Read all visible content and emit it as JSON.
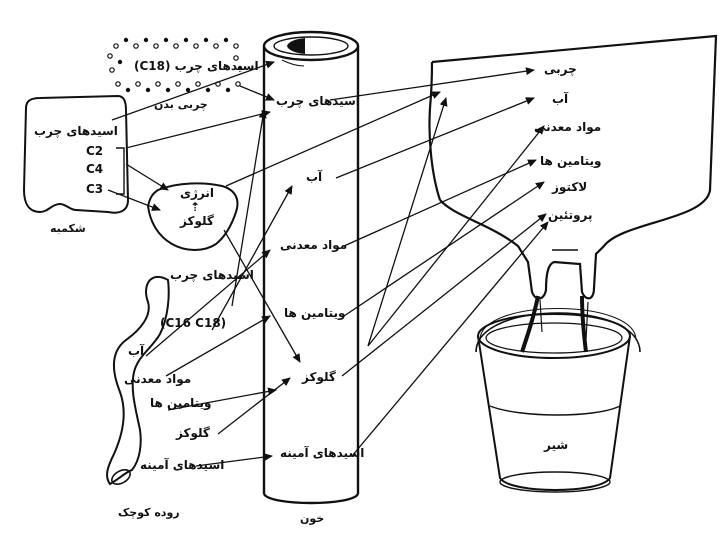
{
  "body_fat": {
    "label": "اسیدهای چرب (C18)",
    "caption": "چربی بدن"
  },
  "rumen": {
    "fatty_acids": "اسیدهای چرب",
    "c2": "C2",
    "c4": "C4",
    "c3": "C3",
    "caption": "شکمبه"
  },
  "liver": {
    "energy": "انرژی",
    "glucose": "گلوکز"
  },
  "small_intestine": {
    "fatty_acids": "اسیدهای چرب",
    "fatty_acid_chain": "(C16 C18)",
    "water": "آب",
    "minerals": "مواد معدنی",
    "vitamins": "ویتامین ها",
    "glucose": "گلوکز",
    "amino_acids": "اسیدهای آمینه",
    "caption": "روده کوچک"
  },
  "blood": {
    "fatty_acids": "اسیدهای چرب",
    "water": "آب",
    "minerals": "مواد معدنی",
    "vitamins": "ویتامین ها",
    "glucose": "گلوکز",
    "amino_acids": "اسیدهای آمینه",
    "caption": "خون"
  },
  "udder": {
    "fat": "چربی",
    "water": "آب",
    "minerals": "مواد معدنی",
    "vitamins": "ویتامین ها",
    "lactose": "لاکتوز",
    "protein": "پروتئین"
  },
  "bucket": {
    "milk": "شیر"
  }
}
